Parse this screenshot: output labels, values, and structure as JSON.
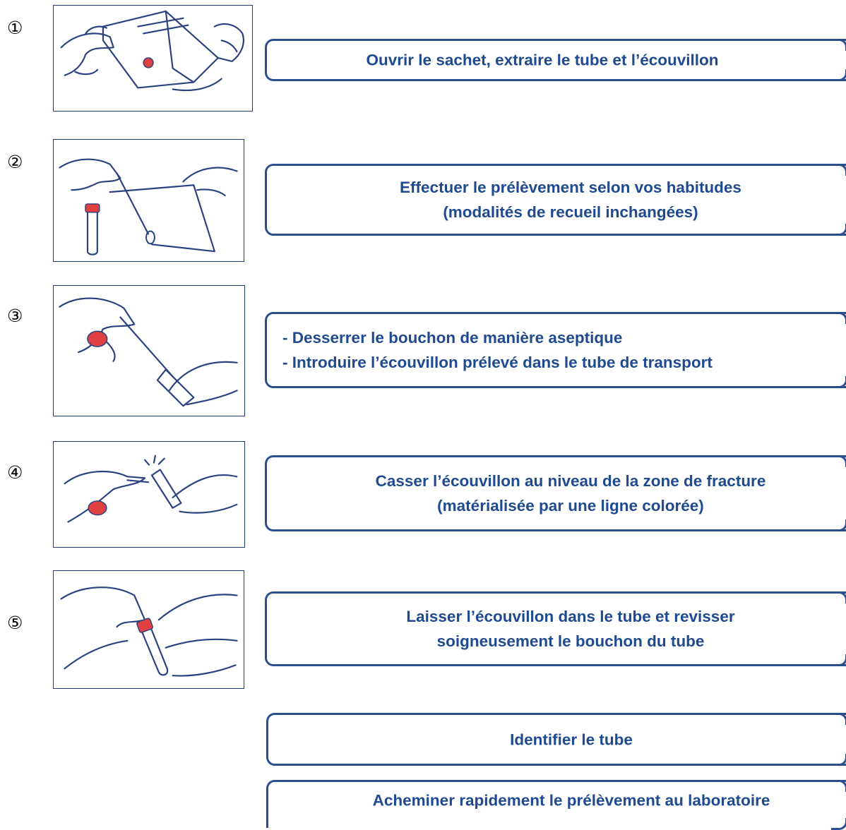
{
  "steps": [
    {
      "marker": "①",
      "illustration": "open-sachet",
      "lines": [
        "Ouvrir le sachet, extraire le tube et l’écouvillon"
      ]
    },
    {
      "marker": "②",
      "illustration": "take-sample",
      "lines": [
        "Effectuer le prélèvement selon vos habitudes",
        "(modalités de recueil inchangées)"
      ]
    },
    {
      "marker": "③",
      "illustration": "insert-swab",
      "lines": [
        "- Desserrer le bouchon de manière aseptique",
        "- Introduire l’écouvillon prélevé dans le tube de transport"
      ]
    },
    {
      "marker": "④",
      "illustration": "break-swab",
      "lines": [
        "Casser l’écouvillon au niveau de la zone de fracture",
        "(matérialisée par une ligne colorée)"
      ]
    },
    {
      "marker": "⑤",
      "illustration": "close-tube",
      "lines": [
        "Laisser l’écouvillon dans le tube et revisser",
        "soigneusement le bouchon du tube"
      ]
    }
  ],
  "final_steps": [
    {
      "lines": [
        "Identifier le tube"
      ]
    },
    {
      "lines": [
        "Acheminer rapidement le prélèvement au laboratoire"
      ]
    }
  ],
  "colors": {
    "frame": "#2a4e8e",
    "text": "#1f4a8f",
    "cap_red": "#e04040"
  }
}
